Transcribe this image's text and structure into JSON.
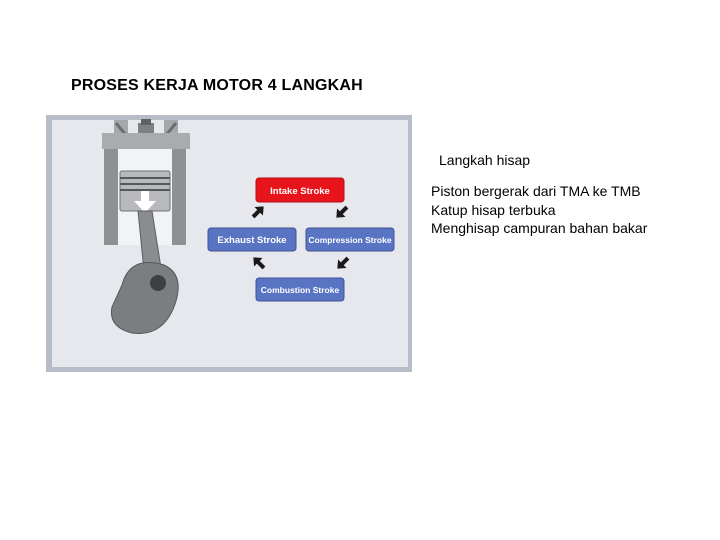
{
  "title": "PROSES KERJA MOTOR 4 LANGKAH",
  "diagram": {
    "strokes": {
      "intake": "Intake Stroke",
      "compression": "Compression Stroke",
      "combustion": "Combustion Stroke",
      "exhaust": "Exhaust Stroke"
    },
    "active_stroke": "intake",
    "colors": {
      "active": "#e8141c",
      "inactive": "#5a74c4",
      "arrow": "#1a1a1a",
      "engine_metal": "#8c8e90",
      "background_panel": "#e6e8ee"
    },
    "icons": [
      "piston-icon",
      "crankshaft-icon",
      "valve-icon",
      "down-arrow-icon",
      "cycle-arrow-icon"
    ]
  },
  "description": {
    "heading": "Langkah hisap",
    "lines": [
      "Piston bergerak dari TMA ke TMB",
      "Katup hisap terbuka",
      "Menghisap campuran bahan bakar"
    ]
  }
}
